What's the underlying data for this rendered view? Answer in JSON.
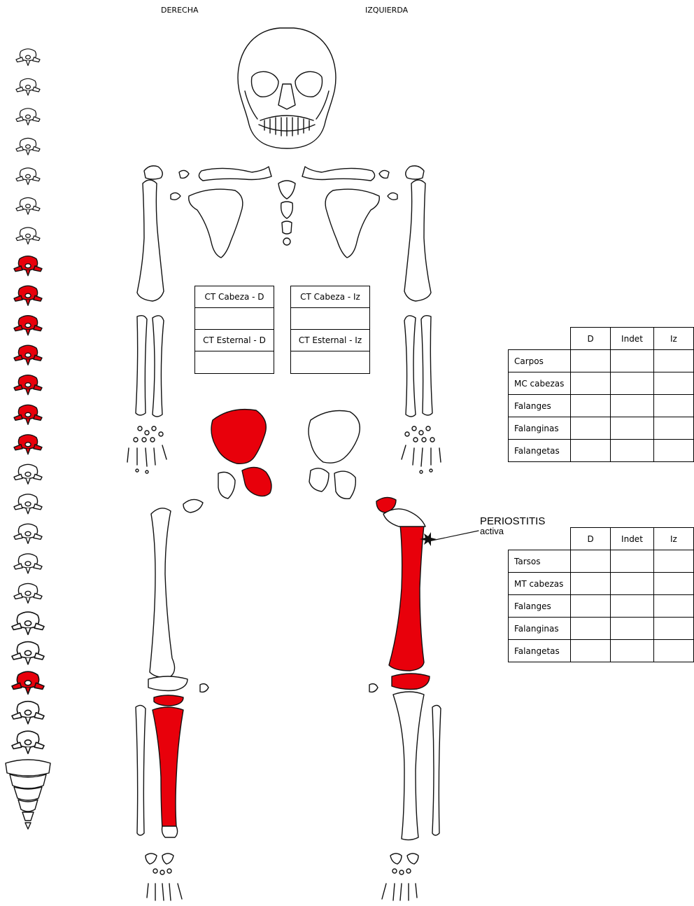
{
  "labels": {
    "right": "DERECHA",
    "left": "IZQUIERDA"
  },
  "ct_boxes": {
    "right": {
      "cabeza": "CT Cabeza - D",
      "esternal": "CT Esternal - D"
    },
    "left": {
      "cabeza": "CT Cabeza - Iz",
      "esternal": "CT Esternal - Iz"
    }
  },
  "hand_table": {
    "headers": [
      "D",
      "Indet",
      "Iz"
    ],
    "rows": [
      "Carpos",
      "MC cabezas",
      "Falanges",
      "Falanginas",
      "Falangetas"
    ]
  },
  "foot_table": {
    "headers": [
      "D",
      "Indet",
      "Iz"
    ],
    "rows": [
      "Tarsos",
      "MT cabezas",
      "Falanges",
      "Falanginas",
      "Falangetas"
    ]
  },
  "annotation": {
    "line1": "PERIOSTITIS",
    "line2": "activa"
  },
  "colors": {
    "affected": "#e8000b",
    "outline": "#111111",
    "background": "#ffffff"
  },
  "vertebrae_affected": [
    false,
    false,
    false,
    false,
    false,
    false,
    false,
    true,
    true,
    true,
    true,
    true,
    true,
    true,
    false,
    false,
    false,
    false,
    false,
    false,
    false,
    true,
    false,
    false
  ],
  "bones_affected": {
    "right_ilium": true,
    "right_ischium_pubis": true,
    "left_ilium": false,
    "left_ischium_pubis": false,
    "left_femur": true,
    "left_femur_head": true,
    "left_femur_distal": true,
    "right_tibia": true,
    "right_tibia_proximal": true,
    "right_femur": false,
    "left_tibia": false
  }
}
